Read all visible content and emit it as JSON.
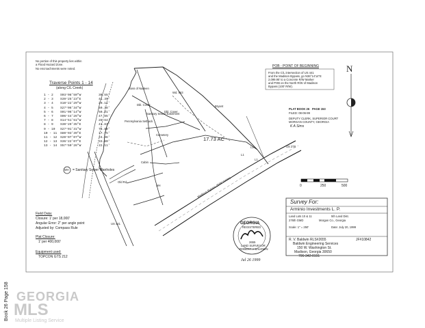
{
  "notes": {
    "line1": "No portion of this property lies within",
    "line2": "a Flood Hazard Zone.",
    "line3": "No encroachments were noted."
  },
  "traverse": {
    "title": "Traverse Points 1 - 14",
    "subtitle": "(along C/L Creek)",
    "rows": [
      {
        "pts": "1 - 2",
        "bearing": "S03°08'50\"W",
        "dist": "30.55'"
      },
      {
        "pts": "2 - 3",
        "bearing": "S39°25'23\"E",
        "dist": "41.39'"
      },
      {
        "pts": "3 - 4",
        "bearing": "S10°22'29\"W",
        "dist": "20.11'"
      },
      {
        "pts": "4 - 5",
        "bearing": "S27°06'34\"W",
        "dist": "50.38'"
      },
      {
        "pts": "5 - 6",
        "bearing": "S01°06'14\"W",
        "dist": "50.01'"
      },
      {
        "pts": "6 - 7",
        "bearing": "S06°44'26\"W",
        "dist": "47.85'"
      },
      {
        "pts": "7 - 8",
        "bearing": "S14°51'51\"W",
        "dist": "28.64'"
      },
      {
        "pts": "8 - 9",
        "bearing": "S30°29'35\"E",
        "dist": "41.83'"
      },
      {
        "pts": "9 - 10",
        "bearing": "S27°01'31\"W",
        "dist": "78.89'"
      },
      {
        "pts": "10 - 11",
        "bearing": "S80°03'39\"E",
        "dist": "17.75'"
      },
      {
        "pts": "11 - 12",
        "bearing": "S20°07'07\"W",
        "dist": "24.46'"
      },
      {
        "pts": "12 - 13",
        "bearing": "S36°22'07\"E",
        "dist": "33.80'"
      },
      {
        "pts": "13 - 14",
        "bearing": "S57°50'26\"W",
        "dist": "22.11'"
      }
    ]
  },
  "legend": {
    "manhole_symbol": "MH",
    "manhole_label": "= Sanitary Sewer Manholes"
  },
  "field_data": {
    "title": "Field Data:",
    "closure": "Closure: 1' per 18,000'",
    "angular": "Angular Error: 2\" per angle point",
    "adjusted": "Adjusted by: Compass Rule"
  },
  "plat_closure": {
    "title": "Plat Closure:",
    "value": "1' per 400,000'"
  },
  "equipment": {
    "title": "Equipment used:",
    "value": "TOPCON GTS 212"
  },
  "pob": {
    "title": "POB - POINT OF BEGINNING",
    "text": [
      "From the C/L intersection of US 441",
      "and the Madison Bypass, go N36°14'14\"E",
      "2,099.95' to a Concrete R/W Marker",
      "and POB on the North R/W of Madison",
      "Bypass (100' R/W)."
    ]
  },
  "plat_ref": {
    "plat_book": "PLAT BOOK 26",
    "page": "PAGE 153",
    "filed": "FILED: 08-06-99",
    "clerk1": "DEPUTY CLERK, SUPERIOR COURT",
    "clerk2": "MORGAN COUNTY, GEORGIA",
    "signature": "K A Sims"
  },
  "plan": {
    "acreage": "17.73 AC",
    "us441": "US 441",
    "us278": "US 278",
    "bypass": "Madison Bypass (R/W Varies)",
    "mh": "MH",
    "labels": {
      "boss": "Boss of Nadeen",
      "wd": "Wd. 563",
      "lot_a": "Dbl. Cover",
      "lot_b": "Dbl. Cover",
      "penn": "Pennsylvania Setback",
      "sewer": "Sanitary Sewer Easement",
      "cemetery": "Cemetery",
      "bryant": "Bryant",
      "sat": "Cabin",
      "road": "Old Rd",
      "ln1": "L1",
      "ln2": "L1",
      "ln3": "L1"
    }
  },
  "scale": {
    "zero": "0",
    "mid": "250",
    "end": "500"
  },
  "north": {
    "letter": "N"
  },
  "title_block": {
    "survey_for_label": "Survey For:",
    "client": "Arminio Investments L. P.",
    "land_lots": "Land Lots 10 & 11",
    "district": "5th Land Dist.",
    "gmd": "276th GMD",
    "county": "Morgan Co., Georgia",
    "scale": "Scale: 1\" = 250'",
    "date": "Date: July 20, 1999",
    "surveyor": "R. V. Baldwin  RLS#2655",
    "firm": "Baldwin Engineering Services",
    "address": "150 W. Washington St.",
    "city": "Madison, Georgia  30650",
    "phone": "706-342-0191",
    "job": "JF#10842"
  },
  "seal": {
    "state": "GEORGIA",
    "reg": "REGISTERED",
    "role": "LAND SURVEYOR",
    "name": "ROBERT V BALDWIN",
    "num": "2655",
    "signed": "Jul 26 1999"
  },
  "side_stamp": {
    "text": "Book 26 Page 158"
  },
  "watermark": {
    "line1": "GEORGIA",
    "line2": "MLS",
    "line3": "Multiple Listing Service"
  }
}
